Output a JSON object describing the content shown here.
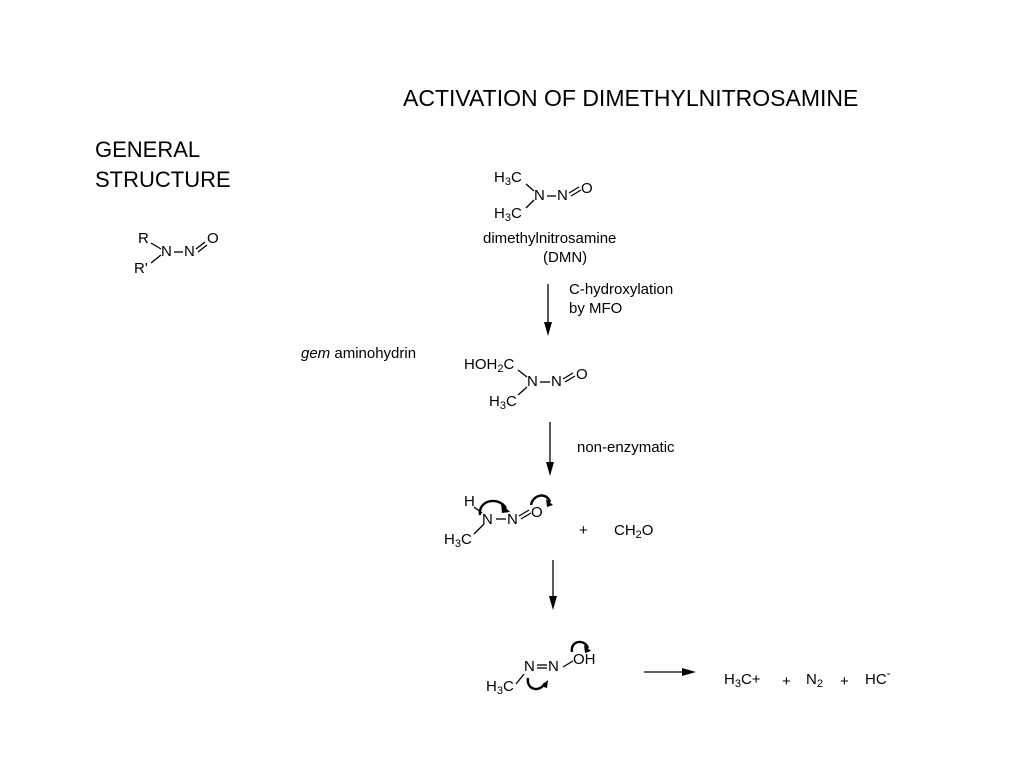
{
  "title": "ACTIVATION OF DIMETHYLNITROSAMINE",
  "general": {
    "line1": "GENERAL",
    "line2": "STRUCTURE",
    "r": "R",
    "r_prime": "R'",
    "n1": "N",
    "n2": "N",
    "o": "O"
  },
  "dmn": {
    "h3c_top": "H",
    "h3c_top_sub": "3",
    "h3c_top_c": "C",
    "h3c_bot": "H",
    "h3c_bot_sub": "3",
    "h3c_bot_c": "C",
    "n1": "N",
    "n2": "N",
    "o": "O",
    "name": "dimethylnitrosamine",
    "abbr": "(DMN)"
  },
  "step1": {
    "line1": "C-hydroxylation",
    "line2": "by MFO"
  },
  "gem": {
    "label_italic": "gem",
    "label_rest": " aminohydrin",
    "hoh2c": "HOH",
    "hoh2c_sub": "2",
    "hoh2c_c": "C",
    "h3c": "H",
    "h3c_sub": "3",
    "h3c_c": "C",
    "n1": "N",
    "n2": "N",
    "o": "O"
  },
  "step2": {
    "label": "non-enzymatic"
  },
  "intermediate": {
    "h": "H",
    "h3c": "H",
    "h3c_sub": "3",
    "h3c_c": "C",
    "n1": "N",
    "n2": "N",
    "o": "O",
    "plus": "+",
    "ch2o": "CH",
    "ch2o_sub": "2",
    "ch2o_o": "O"
  },
  "diazo": {
    "h3c": "H",
    "h3c_sub": "3",
    "h3c_c": "C",
    "n1": "N",
    "n2": "N",
    "oh": "OH"
  },
  "products": {
    "methyl": "H",
    "methyl_sub": "3",
    "methyl_rest": "C+",
    "plus1": "+",
    "n2": "N",
    "n2_sub": "2",
    "plus2": "+",
    "hc": "HC",
    "hc_sup": "-"
  }
}
